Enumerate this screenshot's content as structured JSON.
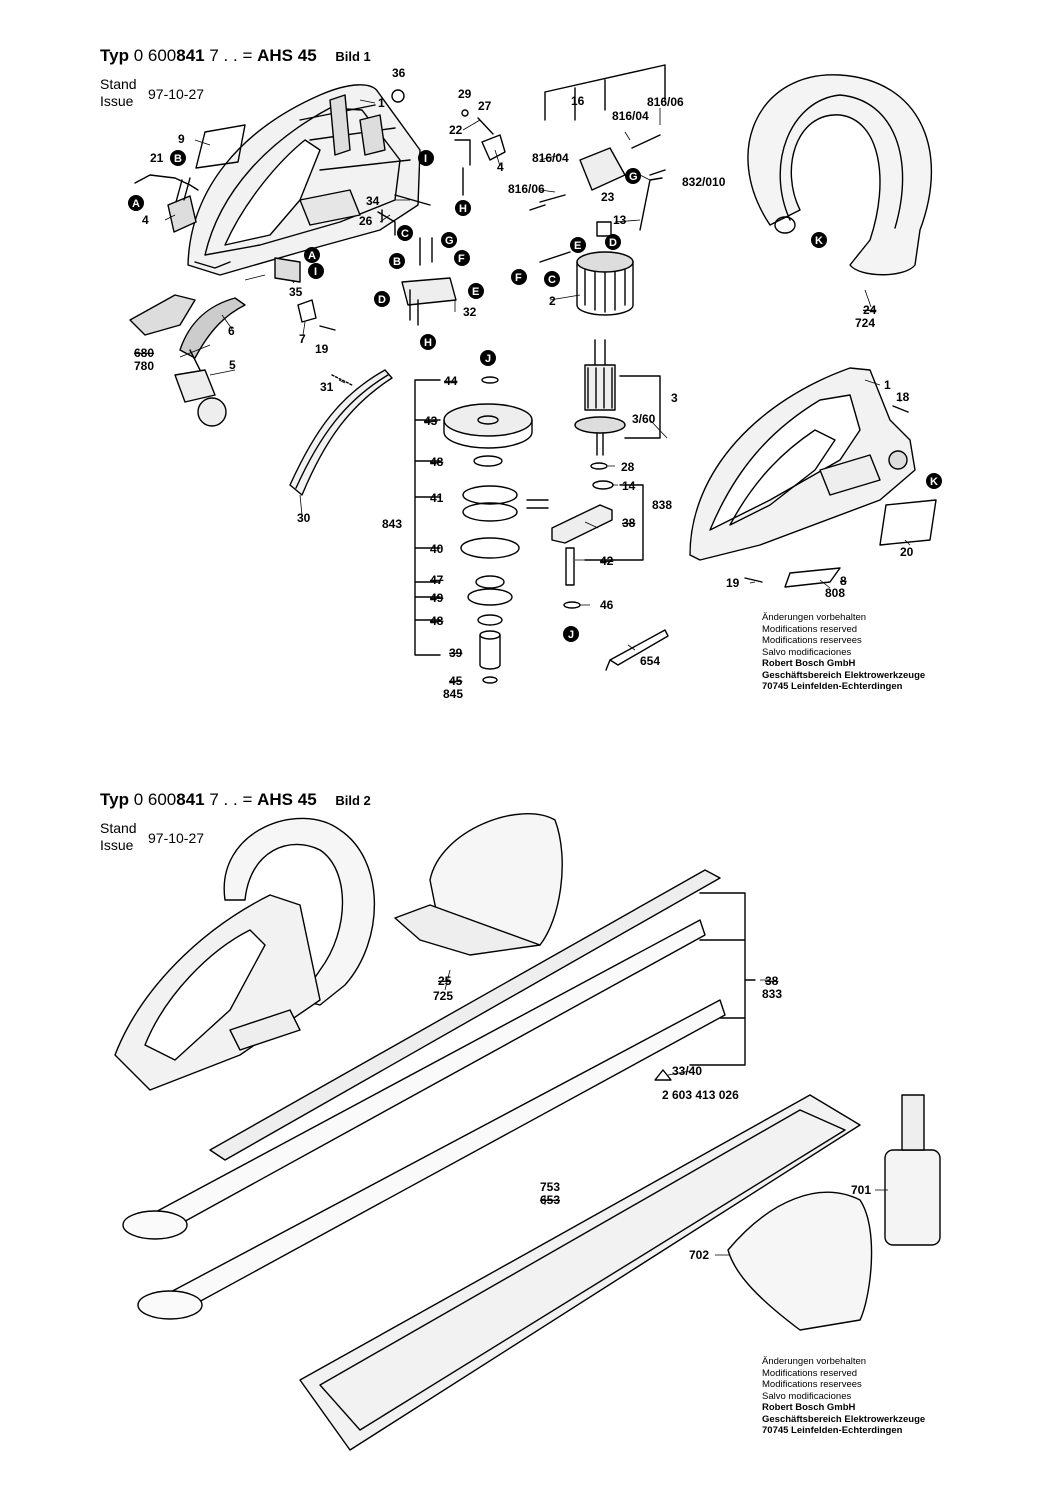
{
  "sheet1": {
    "typ": "Typ",
    "number": "0 600",
    "number_bold": "841",
    "suffix": "7 . .",
    "eq": "=",
    "model": "AHS 45",
    "bild": "Bild 1",
    "stand_label": "Stand",
    "issue_label": "Issue",
    "date": "97-10-27"
  },
  "sheet2": {
    "typ": "Typ",
    "number": "0 600",
    "number_bold": "841",
    "suffix": "7 . .",
    "eq": "=",
    "model": "AHS 45",
    "bild": "Bild 2",
    "stand_label": "Stand",
    "issue_label": "Issue",
    "date": "97-10-27"
  },
  "notes": {
    "l1": "Änderungen vorbehalten",
    "l2": "Modifications reserved",
    "l3": "Modifications reservees",
    "l4": "Salvo modificaciones",
    "l5": "Robert Bosch GmbH",
    "l6": "Geschäftsbereich Elektrowerkzeuge",
    "l7": "70745 Leinfelden-Echterdingen"
  },
  "parts1": {
    "p36": "36",
    "p1a": "1",
    "p29": "29",
    "p27": "27",
    "p22": "22",
    "p4a": "4",
    "p9": "9",
    "p21": "21",
    "p4b": "4",
    "p34": "34",
    "p26": "26",
    "p35": "35",
    "p6": "6",
    "p7": "7",
    "p19a": "19",
    "p680": "680",
    "p780": "780",
    "p5": "5",
    "p32": "32",
    "p31": "31",
    "p30": "30",
    "p16": "16",
    "p816_06a": "816/06",
    "p816_04a": "816/04",
    "p816_04b": "816/04",
    "p816_06b": "816/06",
    "p23": "23",
    "p832": "832/010",
    "p13": "13",
    "p2": "2",
    "p44": "44",
    "p43": "43",
    "p48a": "48",
    "p41": "41",
    "p843": "843",
    "p40": "40",
    "p47": "47",
    "p49": "49",
    "p48b": "48",
    "p39": "39",
    "p45": "45",
    "p845": "845",
    "p3": "3",
    "p3_60": "3/60",
    "p28": "28",
    "p14": "14",
    "p838": "838",
    "p38": "38",
    "p42": "42",
    "p46": "46",
    "p654": "654",
    "p24": "24",
    "p724": "724",
    "p1b": "1",
    "p18": "18",
    "p20": "20",
    "p19b": "19",
    "p8": "8",
    "p808": "808"
  },
  "parts2": {
    "p25": "25",
    "p725": "725",
    "p38": "38",
    "p833": "833",
    "p33_40": "33/40",
    "p2603": "2 603 413 026",
    "p753": "753",
    "p653": "653",
    "p701": "701",
    "p702": "702"
  },
  "markers": {
    "A": "A",
    "B": "B",
    "C": "C",
    "D": "D",
    "E": "E",
    "F": "F",
    "G": "G",
    "H": "H",
    "I": "I",
    "J": "J",
    "K": "K"
  }
}
